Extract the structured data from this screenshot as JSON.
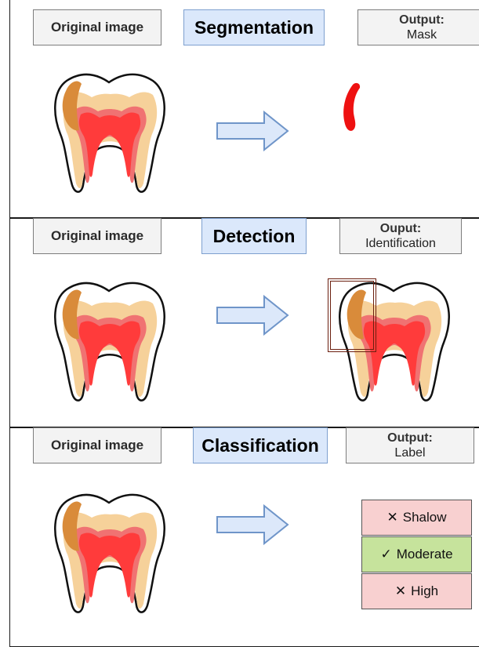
{
  "panels": [
    {
      "original_label": "Original image",
      "task_title": "Segmentation",
      "output_line1": "Output:",
      "output_line2": "Mask"
    },
    {
      "original_label": "Original image",
      "task_title": "Detection",
      "output_line1": "Ouput:",
      "output_line2": "Identification"
    },
    {
      "original_label": "Original image",
      "task_title": "Classification",
      "output_line1": "Output:",
      "output_line2": "Label"
    }
  ],
  "labels": [
    {
      "symbol": "✕",
      "text": "Shalow",
      "status": "wrong"
    },
    {
      "symbol": "✓",
      "text": "Moderate",
      "status": "correct"
    },
    {
      "symbol": "✕",
      "text": "High",
      "status": "wrong"
    }
  ],
  "colors": {
    "tooth_outer": "#f6d19a",
    "tooth_inner": "#f07272",
    "pulp": "#ff3b3b",
    "lesion": "#d98b3a",
    "mask": "#ee1111",
    "bbox": "#6b1f0f",
    "arrow_fill": "#dce8fa",
    "arrow_stroke": "#6f95c9",
    "task_box": "#dbe8fb",
    "label_wrong": "#f8d0d0",
    "label_correct": "#c6e39c"
  },
  "icons": [
    "tooth-icon",
    "arrow-right-icon",
    "mask-shape",
    "bounding-box",
    "cross-icon",
    "check-icon"
  ]
}
